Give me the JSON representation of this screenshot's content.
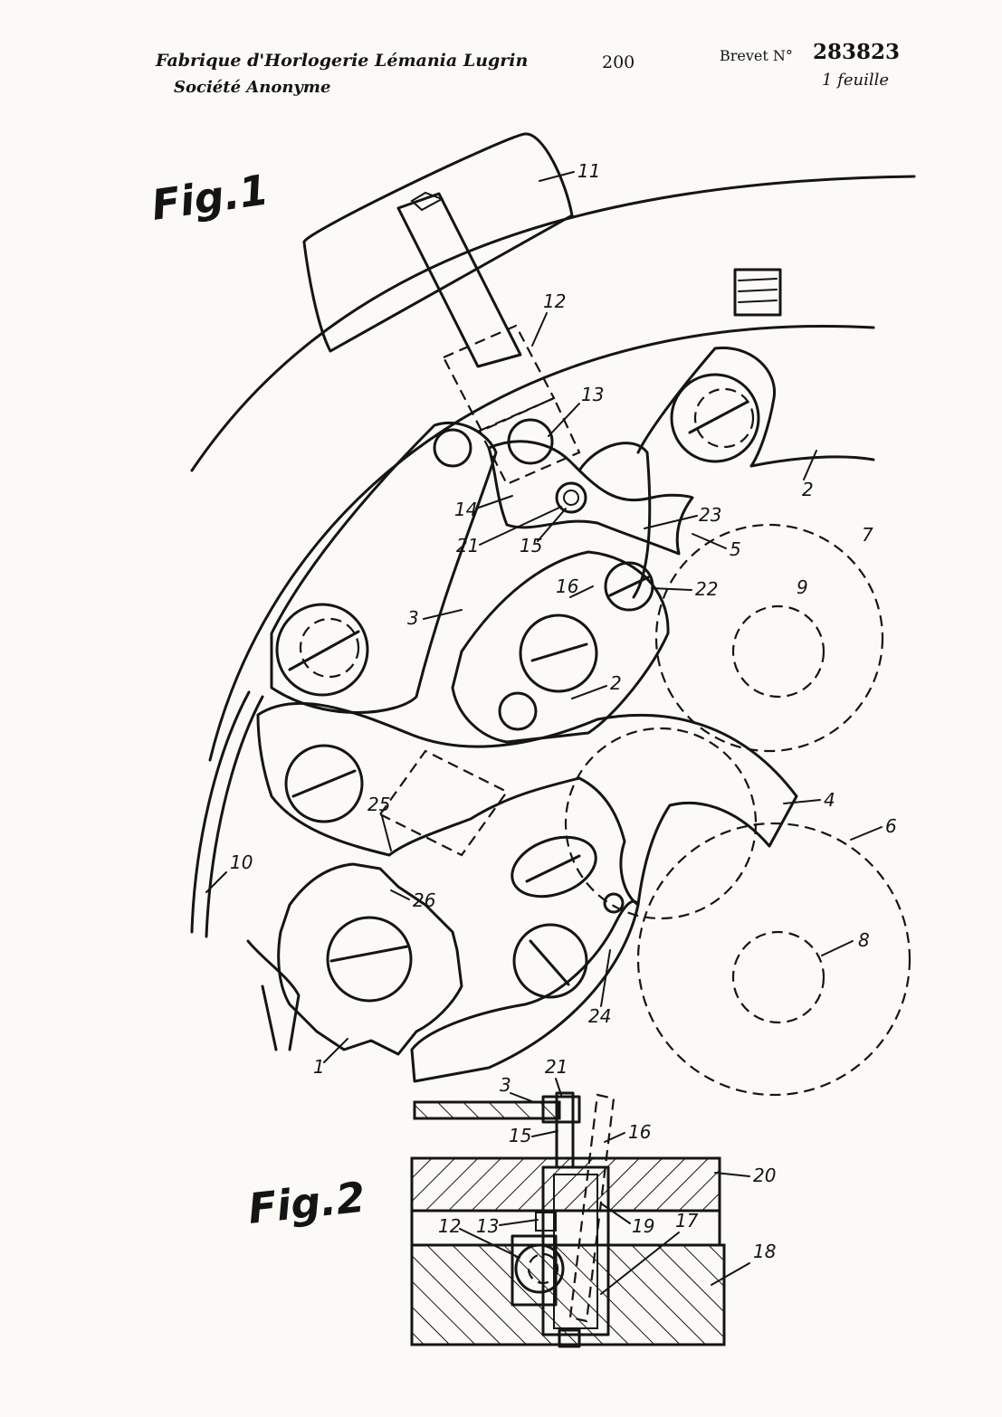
{
  "header": {
    "company": "Fabrique d'Horlogerie Lémania Lugrin",
    "company_sub": "Société Anonyme",
    "page_number": "200",
    "brevet_prefix": "Brevet N°",
    "patent_number": "283823",
    "sheet_count": "1 feuille"
  },
  "figures": {
    "fig1": "Fig.1",
    "fig2": "Fig.2"
  },
  "fig1_labels": {
    "l1": "1",
    "l2a": "2",
    "l2b": "2",
    "l3": "3",
    "l4": "4",
    "l5": "5",
    "l6": "6",
    "l7": "7",
    "l8": "8",
    "l9": "9",
    "l10": "10",
    "l11": "11",
    "l12": "12",
    "l13": "13",
    "l14": "14",
    "l15": "15",
    "l16": "16",
    "l21": "21",
    "l22": "22",
    "l23": "23",
    "l24": "24",
    "l25": "25",
    "l26": "26"
  },
  "fig2_labels": {
    "l3": "3",
    "l21": "21",
    "l15": "15",
    "l16": "16",
    "l20": "20",
    "l12": "12",
    "l13": "13",
    "l19": "19",
    "l17": "17",
    "l18": "18"
  }
}
